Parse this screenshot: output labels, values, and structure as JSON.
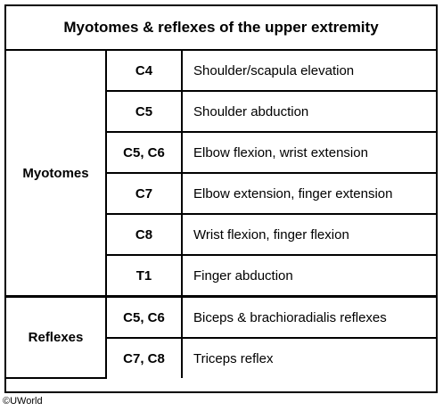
{
  "title": "Myotomes & reflexes of the upper extremity",
  "groups": [
    {
      "name": "Myotomes",
      "rows": [
        {
          "level": "C4",
          "description": "Shoulder/scapula elevation"
        },
        {
          "level": "C5",
          "description": "Shoulder abduction"
        },
        {
          "level": "C5, C6",
          "description": "Elbow flexion, wrist extension"
        },
        {
          "level": "C7",
          "description": "Elbow extension, finger extension"
        },
        {
          "level": "C8",
          "description": "Wrist flexion, finger flexion"
        },
        {
          "level": "T1",
          "description": "Finger abduction"
        }
      ]
    },
    {
      "name": "Reflexes",
      "rows": [
        {
          "level": "C5, C6",
          "description": "Biceps & brachioradialis reflexes"
        },
        {
          "level": "C7, C8",
          "description": "Triceps reflex"
        }
      ]
    }
  ],
  "copyright": "©UWorld"
}
